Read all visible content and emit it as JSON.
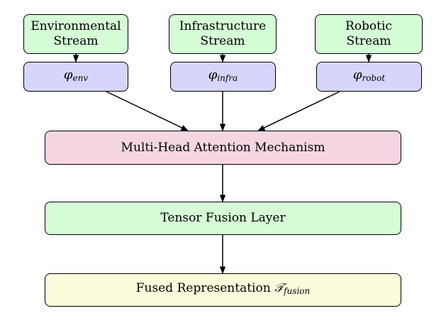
{
  "streams": [
    {
      "line1": "Environmental",
      "line2": "Stream"
    },
    {
      "line1": "Infrastructure",
      "line2": "Stream"
    },
    {
      "line1": "Robotic",
      "line2": "Stream"
    }
  ],
  "encoders": [
    {
      "symbol": "φ",
      "subscript": "env"
    },
    {
      "symbol": "φ",
      "subscript": "infra"
    },
    {
      "symbol": "φ",
      "subscript": "robot"
    }
  ],
  "attention": {
    "label": "Multi-Head Attention Mechanism"
  },
  "tensor_fusion": {
    "label": "Tensor Fusion Layer"
  },
  "output": {
    "label": "Fused Representation",
    "symbol": "𝒯",
    "subscript": "fusion"
  },
  "colors": {
    "stream_fill": "#d5fdd6",
    "encoder_fill": "#d6d6fc",
    "attention_fill": "#f5d5e1",
    "fusion_fill": "#d6fcd5",
    "output_fill": "#fcfbdb",
    "stroke": "#000000"
  }
}
